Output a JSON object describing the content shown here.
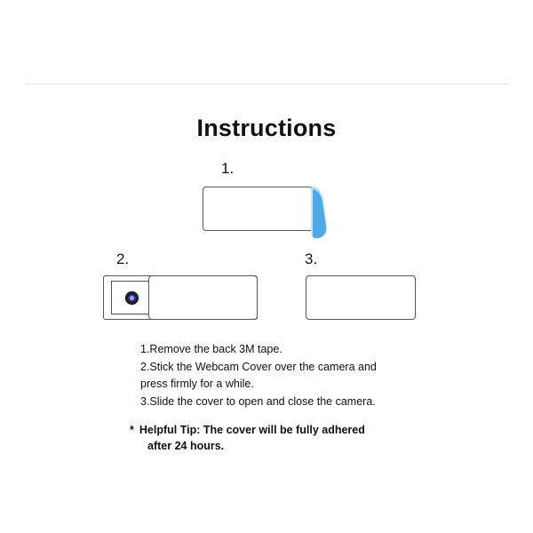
{
  "title": "Instructions",
  "steps": {
    "one_label": "1.",
    "two_label": "2.",
    "three_label": "3."
  },
  "instructions": {
    "line1": "1.Remove the back 3M tape.",
    "line2": "2.Stick the Webcam Cover over the camera and",
    "line3": "press firmly for a while.",
    "line4": "3.Slide the cover to open and close the camera."
  },
  "tip": {
    "star": "*",
    "label": "Helpful Tip",
    "text1": ": The cover will be fully adhered",
    "text2": "after 24 hours."
  },
  "colors": {
    "tape": "#4fa9e6",
    "tape_light": "#cfe6f8",
    "outline": "#555555"
  },
  "icons": {
    "lens": "camera-lens-icon"
  }
}
